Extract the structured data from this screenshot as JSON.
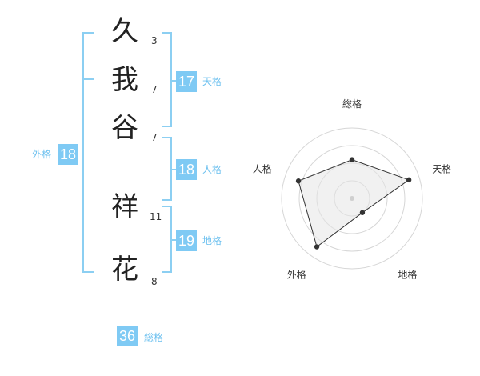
{
  "name": {
    "characters": [
      {
        "char": "久",
        "strokes": "3"
      },
      {
        "char": "我",
        "strokes": "7"
      },
      {
        "char": "谷",
        "strokes": "7"
      },
      {
        "char": "祥",
        "strokes": "11"
      },
      {
        "char": "花",
        "strokes": "8"
      }
    ]
  },
  "scores": {
    "tenkaku": {
      "value": "17",
      "label": "天格"
    },
    "jinkaku": {
      "value": "18",
      "label": "人格"
    },
    "chikaku": {
      "value": "19",
      "label": "地格"
    },
    "gaikaku": {
      "value": "18",
      "label": "外格"
    },
    "soukaku": {
      "value": "36",
      "label": "総格"
    }
  },
  "colors": {
    "accent": "#7fcaf4",
    "bracket": "#8ccff2",
    "radar_fill": "#efefef"
  },
  "chart_data": {
    "type": "radar",
    "axes": [
      "総格",
      "天格",
      "地格",
      "外格",
      "人格"
    ],
    "values": [
      0.55,
      0.85,
      0.25,
      0.85,
      0.8
    ],
    "max": 1,
    "rings": 4
  }
}
